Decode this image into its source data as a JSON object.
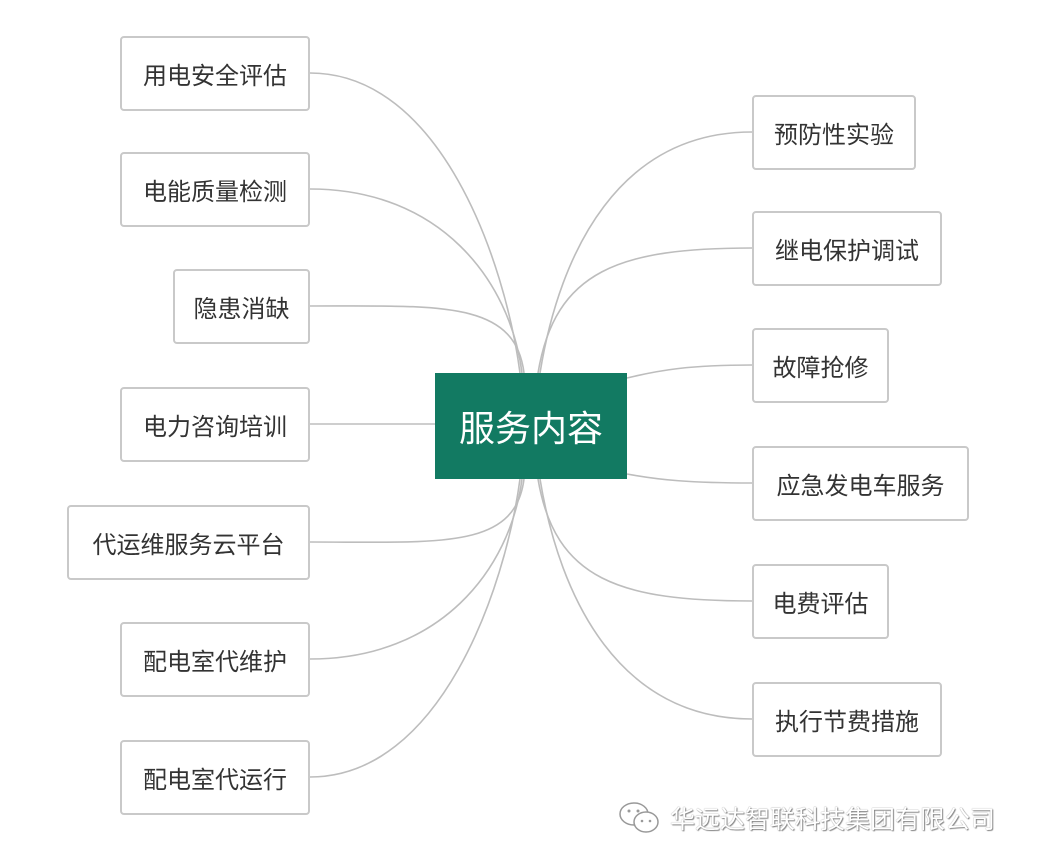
{
  "center": {
    "label": "服务内容",
    "color": "#127a62"
  },
  "left_nodes": [
    {
      "label": "用电安全评估"
    },
    {
      "label": "电能质量检测"
    },
    {
      "label": "隐患消缺"
    },
    {
      "label": "电力咨询培训"
    },
    {
      "label": "代运维服务云平台"
    },
    {
      "label": "配电室代维护"
    },
    {
      "label": "配电室代运行"
    }
  ],
  "right_nodes": [
    {
      "label": "预防性实验"
    },
    {
      "label": "继电保护调试"
    },
    {
      "label": "故障抢修"
    },
    {
      "label": "应急发电车服务"
    },
    {
      "label": "电费评估"
    },
    {
      "label": "执行节费措施"
    }
  ],
  "watermark": {
    "icon": "wechat-icon",
    "text": "华远达智联科技集团有限公司"
  }
}
